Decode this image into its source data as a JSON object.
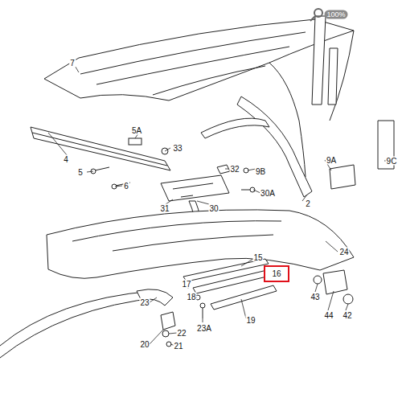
{
  "diagram": {
    "nodes": [
      {
        "text": [
          "16"
        ]
      }
    ],
    "labels": [
      "100%",
      "7",
      "9A",
      "5A",
      "33",
      "9B",
      "4",
      "5",
      "6",
      "32",
      "9C",
      "30A",
      "31",
      "30",
      "2",
      "24",
      "15",
      "17",
      "18",
      "43",
      "44",
      "42",
      "23",
      "19",
      "23A",
      "22",
      "20",
      "21"
    ]
  }
}
